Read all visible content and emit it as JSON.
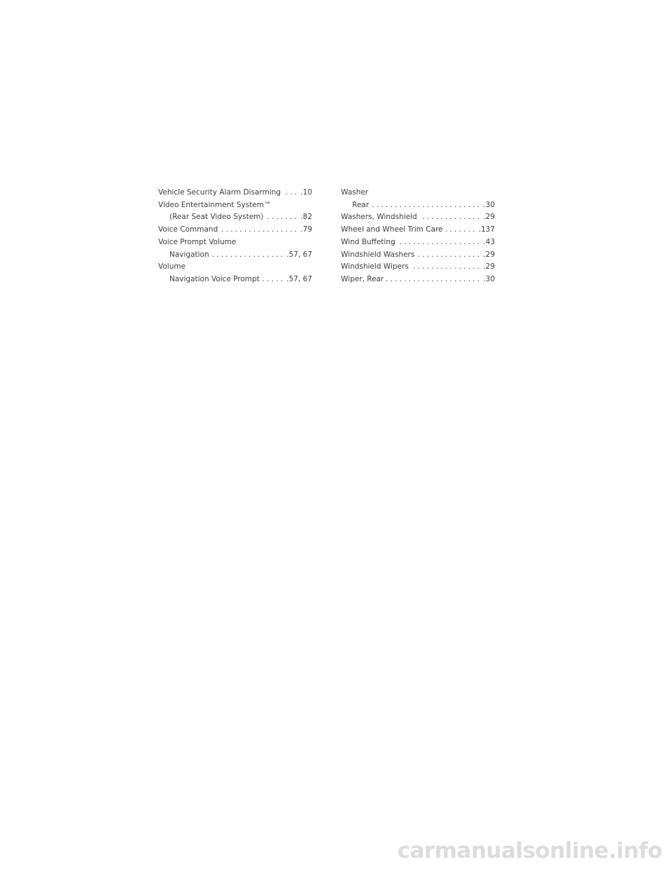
{
  "index": {
    "left_column": [
      {
        "label": "Vehicle Security Alarm Disarming",
        "page": ".10",
        "level": 0
      },
      {
        "label": "Video Entertainment System™",
        "page": "",
        "level": 0
      },
      {
        "label": "(Rear Seat Video System)",
        "page": ".82",
        "level": 1
      },
      {
        "label": "Voice Command",
        "page": ".79",
        "level": 0
      },
      {
        "label": "Voice Prompt Volume",
        "page": "",
        "level": 0
      },
      {
        "label": "Navigation",
        "page": ".57, 67",
        "level": 1
      },
      {
        "label": "Volume",
        "page": "",
        "level": 0
      },
      {
        "label": "Navigation Voice Prompt",
        "page": ".57, 67",
        "level": 1
      }
    ],
    "right_column": [
      {
        "label": "Washer",
        "page": "",
        "level": 0
      },
      {
        "label": "Rear",
        "page": ".30",
        "level": 1
      },
      {
        "label": "Washers, Windshield",
        "page": ".29",
        "level": 0
      },
      {
        "label": "Wheel and Wheel Trim Care",
        "page": ".137",
        "level": 0
      },
      {
        "label": "Wind Buffeting",
        "page": ".43",
        "level": 0
      },
      {
        "label": "Windshield Washers",
        "page": ".29",
        "level": 0
      },
      {
        "label": "Windshield Wipers",
        "page": ".29",
        "level": 0
      },
      {
        "label": "Wiper, Rear",
        "page": ".30",
        "level": 0
      }
    ]
  },
  "watermark": {
    "text": "carmanualsonline.info"
  }
}
